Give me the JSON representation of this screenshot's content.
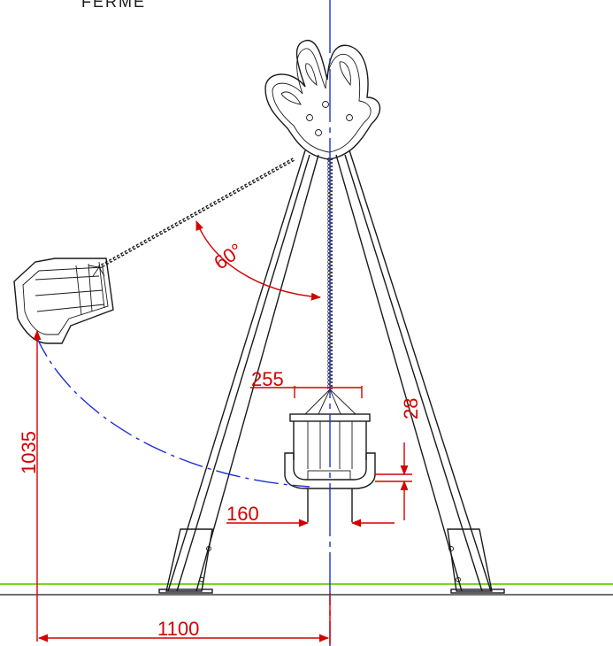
{
  "header_text": "FERME",
  "dimensions": {
    "angle": "60°",
    "seat_width": "255",
    "seat_height": "28",
    "seat_inner": "160",
    "swing_height": "1035",
    "swing_reach": "1100"
  },
  "colors": {
    "structure": "#1a1a1a",
    "dimension": "#d40000",
    "centerline": "#1f2fd6",
    "ground": "#7ed321"
  }
}
